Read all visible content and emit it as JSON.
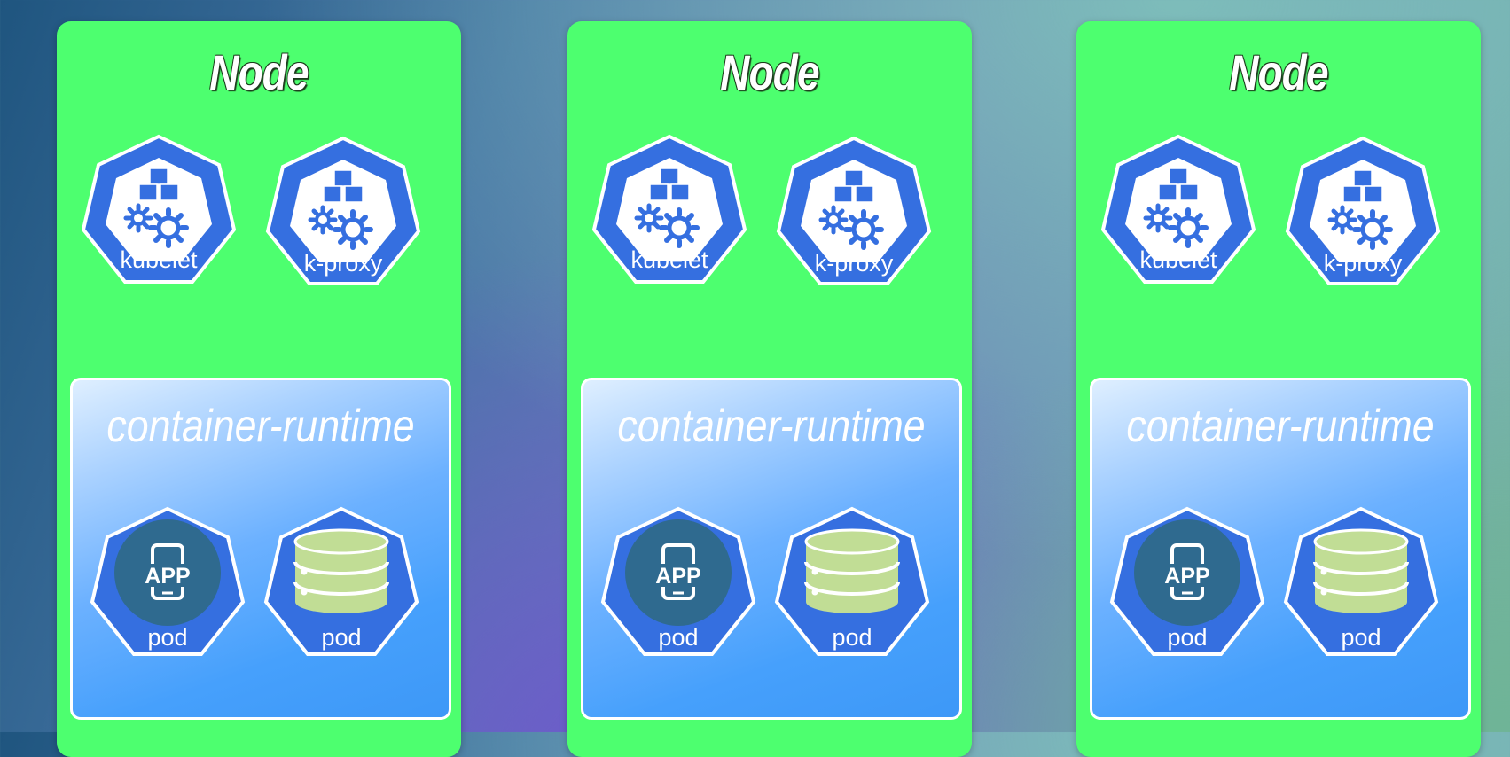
{
  "nodes": [
    {
      "title": "Node",
      "components": [
        {
          "label": "kubelet"
        },
        {
          "label": "k-proxy"
        }
      ],
      "runtime": {
        "title": "container-runtime",
        "pods": [
          {
            "label": "pod",
            "icon_text": "APP"
          },
          {
            "label": "pod"
          }
        ]
      }
    },
    {
      "title": "Node",
      "components": [
        {
          "label": "kubelet"
        },
        {
          "label": "k-proxy"
        }
      ],
      "runtime": {
        "title": "container-runtime",
        "pods": [
          {
            "label": "pod",
            "icon_text": "APP"
          },
          {
            "label": "pod"
          }
        ]
      }
    },
    {
      "title": "Node",
      "components": [
        {
          "label": "kubelet"
        },
        {
          "label": "k-proxy"
        }
      ],
      "runtime": {
        "title": "container-runtime",
        "pods": [
          {
            "label": "pod",
            "icon_text": "APP"
          },
          {
            "label": "pod"
          }
        ]
      }
    }
  ],
  "colors": {
    "node_bg": "#4dff6f",
    "heptagon_fill": "#356fe0",
    "heptagon_stroke": "#ffffff",
    "app_circle": "#2f6a8f",
    "database": "#c1dd95"
  },
  "icons": {
    "kubelet": "cubes-gears-icon",
    "kproxy": "cubes-gears-icon",
    "app_pod": "mobile-app-icon",
    "db_pod": "database-icon"
  }
}
